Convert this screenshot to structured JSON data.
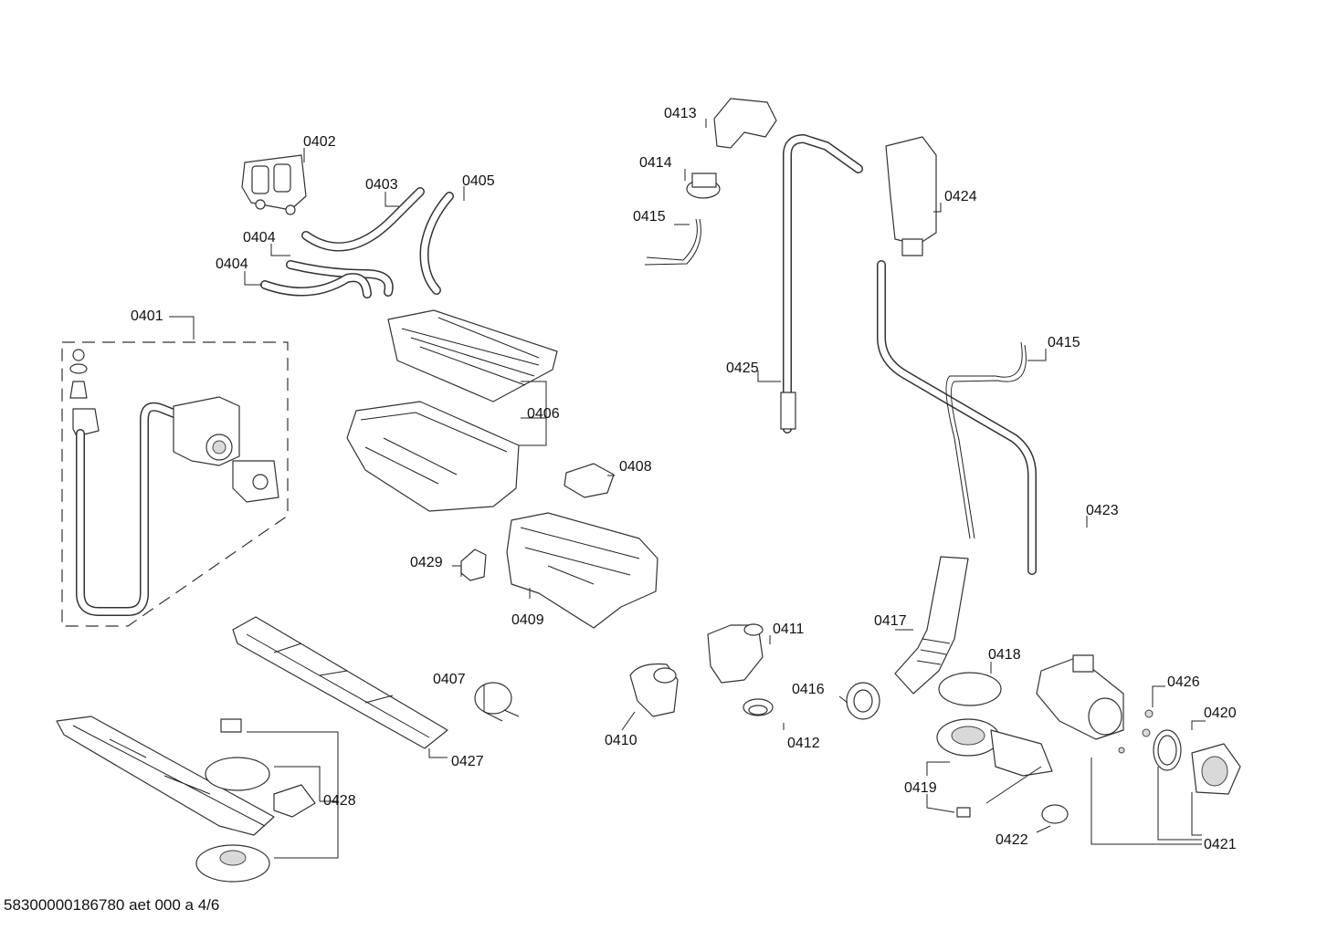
{
  "diagram": {
    "footer_text": "58300000186780 aet 000 a 4/6",
    "part_labels": [
      {
        "id": "p0401",
        "text": "0401"
      },
      {
        "id": "p0402",
        "text": "0402"
      },
      {
        "id": "p0403",
        "text": "0403"
      },
      {
        "id": "p0404a",
        "text": "0404"
      },
      {
        "id": "p0404b",
        "text": "0404"
      },
      {
        "id": "p0405",
        "text": "0405"
      },
      {
        "id": "p0406",
        "text": "0406"
      },
      {
        "id": "p0407",
        "text": "0407"
      },
      {
        "id": "p0408",
        "text": "0408"
      },
      {
        "id": "p0409",
        "text": "0409"
      },
      {
        "id": "p0410",
        "text": "0410"
      },
      {
        "id": "p0411",
        "text": "0411"
      },
      {
        "id": "p0412",
        "text": "0412"
      },
      {
        "id": "p0413",
        "text": "0413"
      },
      {
        "id": "p0414",
        "text": "0414"
      },
      {
        "id": "p0415a",
        "text": "0415"
      },
      {
        "id": "p0415b",
        "text": "0415"
      },
      {
        "id": "p0416",
        "text": "0416"
      },
      {
        "id": "p0417",
        "text": "0417"
      },
      {
        "id": "p0418",
        "text": "0418"
      },
      {
        "id": "p0419",
        "text": "0419"
      },
      {
        "id": "p0420",
        "text": "0420"
      },
      {
        "id": "p0421",
        "text": "0421"
      },
      {
        "id": "p0422",
        "text": "0422"
      },
      {
        "id": "p0423",
        "text": "0423"
      },
      {
        "id": "p0424",
        "text": "0424"
      },
      {
        "id": "p0425",
        "text": "0425"
      },
      {
        "id": "p0426",
        "text": "0426"
      },
      {
        "id": "p0427",
        "text": "0427"
      },
      {
        "id": "p0428",
        "text": "0428"
      },
      {
        "id": "p0429",
        "text": "0429"
      }
    ]
  }
}
